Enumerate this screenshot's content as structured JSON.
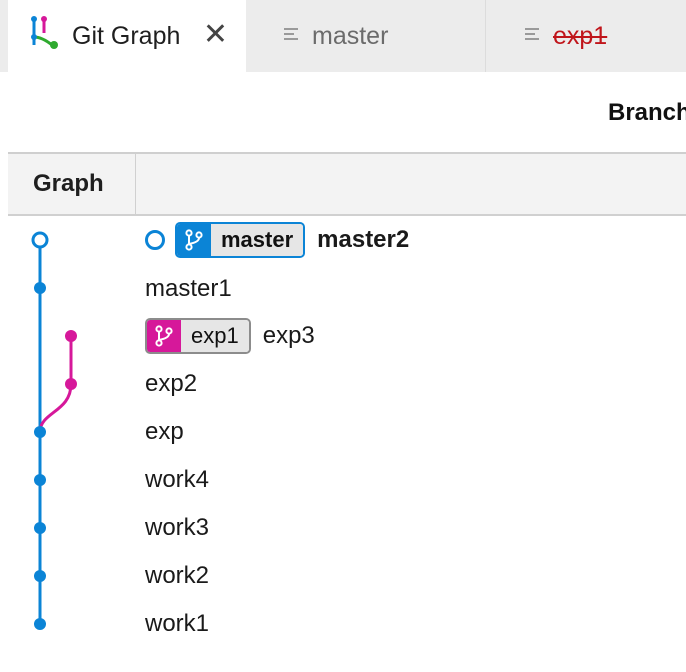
{
  "tabs": [
    {
      "label": "Git Graph",
      "icon": "git-graph-icon",
      "active": true,
      "close_icon": "close-icon"
    },
    {
      "label": "master",
      "icon": "file-lines-icon",
      "active": false
    },
    {
      "label": "exp1",
      "icon": "file-lines-icon",
      "active": false,
      "deleted": true
    }
  ],
  "toolbar": {
    "branch_label": "Branch"
  },
  "table": {
    "graph_header": "Graph"
  },
  "colors": {
    "master": "#0b84d6",
    "exp1": "#d6189a",
    "deleted": "#c0151b"
  },
  "commits": [
    {
      "message": "master2",
      "ref": "master",
      "is_head": true
    },
    {
      "message": "master1"
    },
    {
      "message": "exp3",
      "ref": "exp1"
    },
    {
      "message": "exp2"
    },
    {
      "message": "exp"
    },
    {
      "message": "work4"
    },
    {
      "message": "work3"
    },
    {
      "message": "work2"
    },
    {
      "message": "work1"
    }
  ]
}
